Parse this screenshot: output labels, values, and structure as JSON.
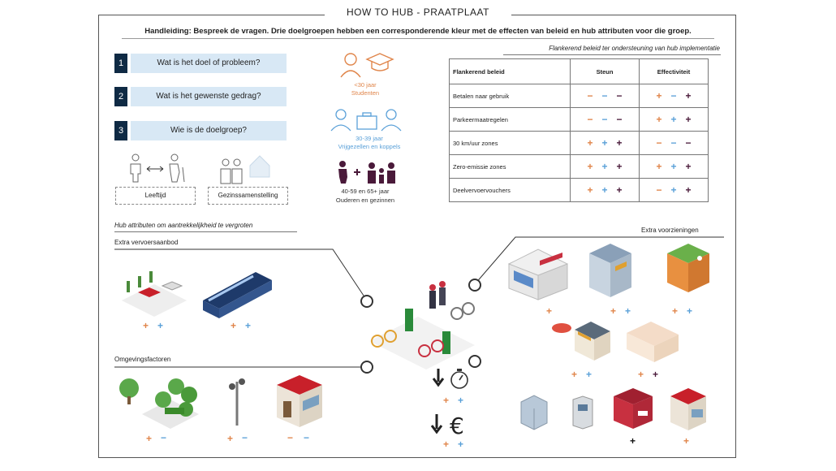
{
  "title": "HOW TO HUB  -  PRAATPLAAT",
  "instruction": "Handleiding: Bespreek de vragen. Drie doelgroepen hebben een corresponderende kleur met de effecten van beleid en hub attributen voor die groep.",
  "questions": [
    {
      "num": "1",
      "text": "Wat is het doel of probleem?"
    },
    {
      "num": "2",
      "text": "Wat is het gewenste gedrag?"
    },
    {
      "num": "3",
      "text": "Wie is de doelgroep?"
    }
  ],
  "criteria": {
    "age": "Leeftijd",
    "household": "Gezinssamenstelling"
  },
  "groups": [
    {
      "line1": "<30 jaar",
      "line2": "Studenten",
      "color": "#e0854a"
    },
    {
      "line1": "30-39 jaar",
      "line2": "Vrijgezellen en koppels",
      "color": "#5aa0d8"
    },
    {
      "line1": "40-59 en 65+ jaar",
      "line2": "Ouderen en gezinnen",
      "color": "#4a1a3a"
    }
  ],
  "policy": {
    "heading": "Flankerend beleid ter ondersteuning van hub implementatie",
    "col_policy": "Flankerend beleid",
    "col_support": "Steun",
    "col_effect": "Effectiviteit",
    "rows": [
      {
        "label": "Betalen naar gebruik",
        "support": [
          "−",
          "−",
          "−"
        ],
        "effect": [
          "+",
          "−",
          "+"
        ]
      },
      {
        "label": "Parkeermaatregelen",
        "support": [
          "−",
          "−",
          "−"
        ],
        "effect": [
          "+",
          "+",
          "+"
        ]
      },
      {
        "label": "30 km/uur zones",
        "support": [
          "+",
          "+",
          "+"
        ],
        "effect": [
          "−",
          "−",
          "−"
        ]
      },
      {
        "label": "Zero-emissie zones",
        "support": [
          "+",
          "+",
          "+"
        ],
        "effect": [
          "+",
          "+",
          "+"
        ]
      },
      {
        "label": "Deelvervoervouchers",
        "support": [
          "+",
          "+",
          "+"
        ],
        "effect": [
          "−",
          "+",
          "+"
        ]
      }
    ]
  },
  "hub_heading": "Hub attributen om aantrekkelijkheid te vergroten",
  "sections": {
    "transport": "Extra vervoersaanbod",
    "environment": "Omgevingsfactoren",
    "facilities": "Extra voorzieningen"
  },
  "colors": {
    "orange": "#e0854a",
    "blue": "#5aa0d8",
    "purple": "#4a1a3a",
    "navy": "#0f2a44",
    "lightblue": "#d8e8f5"
  },
  "icons": [
    "student-icon",
    "graduation-cap-icon",
    "briefcase-icon",
    "family-icon",
    "elderly-icon",
    "stopwatch-icon",
    "euro-icon",
    "bus-icon",
    "car-icon",
    "tree-icon",
    "streetlight-icon",
    "shop-icon",
    "bike-icon"
  ]
}
